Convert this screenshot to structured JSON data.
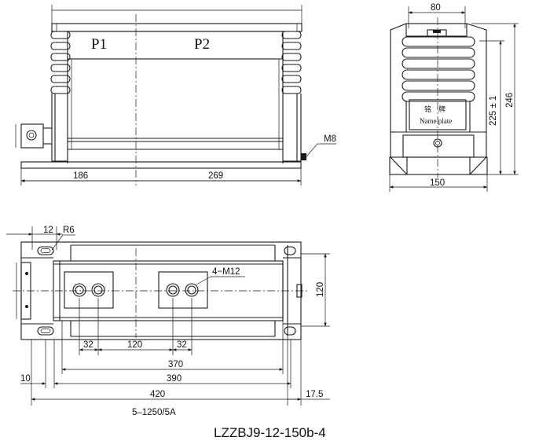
{
  "drawing": {
    "model": "LZZBJ9-12-150b-4",
    "ratio": "5–1250/5A",
    "front_view": {
      "label_p1": "P1",
      "label_p2": "P2",
      "label_m8": "M8",
      "dim_left": "186",
      "dim_right": "269"
    },
    "side_view": {
      "dim_top": "80",
      "dim_height_inner": "225 ± 1",
      "dim_height_outer": "246",
      "dim_base": "150",
      "nameplate_cn": "铭　牌",
      "nameplate_en": "Name plate"
    },
    "top_view": {
      "dim_12": "12",
      "dim_r6": "R6",
      "label_4m12": "4−M12",
      "dim_120_right": "120",
      "dim_32_a": "32",
      "dim_120_mid": "120",
      "dim_32_b": "32",
      "dim_370": "370",
      "dim_10": "10",
      "dim_390": "390",
      "dim_420": "420",
      "dim_17_5": "17.5"
    }
  }
}
